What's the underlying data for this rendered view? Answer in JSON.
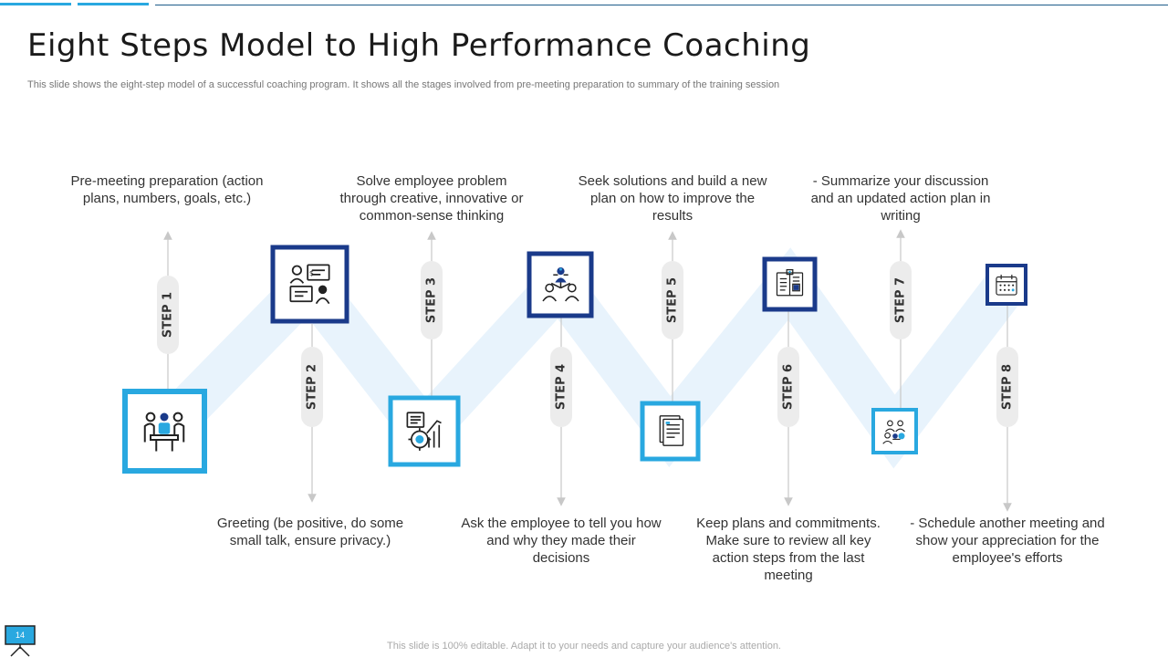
{
  "slide": {
    "title": "Eight Steps Model to High Performance Coaching",
    "subtitle": "This slide shows the eight-step model of a successful coaching program. It shows all the stages involved from pre-meeting preparation to summary of the training session",
    "footer": "This slide is 100% editable. Adapt it to your needs and capture your audience's attention.",
    "page_number": "14"
  },
  "colors": {
    "light_blue": "#29a8e0",
    "dark_blue": "#1a3a8a",
    "zigzag": "#e8f3fc",
    "pill": "#ececec",
    "arrow": "#c8c8c8"
  },
  "steps": [
    {
      "label": "STEP 1",
      "icon": "meeting-icon",
      "text": "Pre-meeting preparation (action plans, numbers, goals, etc.)"
    },
    {
      "label": "STEP 2",
      "icon": "conversation-icon",
      "text": "Greeting (be positive, do some small talk, ensure privacy.)"
    },
    {
      "label": "STEP 3",
      "icon": "gear-growth-icon",
      "text": "Solve employee problem through creative, innovative or common-sense thinking"
    },
    {
      "label": "STEP 4",
      "icon": "team-icon",
      "text": "Ask the employee to tell you how and why they made their decisions"
    },
    {
      "label": "STEP 5",
      "icon": "documents-icon",
      "text": "Seek solutions and build a new plan on how to improve the results"
    },
    {
      "label": "STEP 6",
      "icon": "plan-book-icon",
      "text": "Keep plans and commitments. Make sure to review all key action steps from the last meeting"
    },
    {
      "label": "STEP 7",
      "icon": "group-discussion-icon",
      "text": "- Summarize your discussion and an updated action plan in writing"
    },
    {
      "label": "STEP 8",
      "icon": "calendar-icon",
      "text": "- Schedule another meeting and show your appreciation for the employee's efforts"
    }
  ]
}
